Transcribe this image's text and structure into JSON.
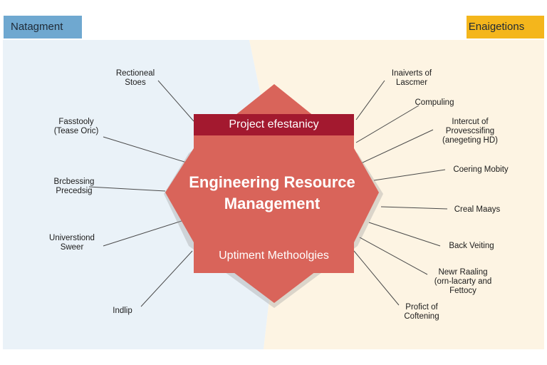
{
  "tags": {
    "left": "Natagment",
    "right": "Enaigetions"
  },
  "colors": {
    "left_panel": "#eaf2f8",
    "right_panel": "#fdf4e3",
    "left_tag": "#6fa8d0",
    "right_tag": "#f4b61c",
    "hexagon": "#d9645a",
    "banner": "#a3192f"
  },
  "center": {
    "banner": "Project efestanicy",
    "title_line1": "Engineering Resource",
    "title_line2": "Management",
    "subtitle": "Uptiment Methoolgies"
  },
  "left_labels": [
    [
      "Rectioneal",
      "Stoes"
    ],
    [
      "Fasstooly",
      "(Tease Oric)"
    ],
    [
      "Brcbessing",
      "Precedsig"
    ],
    [
      "Universtiond",
      "Sweer"
    ],
    [
      "Indlip"
    ]
  ],
  "right_labels": [
    [
      "Inaiverts of",
      "Lascmer"
    ],
    [
      "Compuling"
    ],
    [
      "Intercut of",
      "Provescsifing",
      "(anegeting HD)"
    ],
    [
      "Coering Mobity"
    ],
    [
      "Creal Maays"
    ],
    [
      "Back Veiting"
    ],
    [
      "Newr Raaling",
      "(orn-lacarty and",
      "Fettocy"
    ],
    [
      "Profict of",
      "Coftening"
    ]
  ]
}
